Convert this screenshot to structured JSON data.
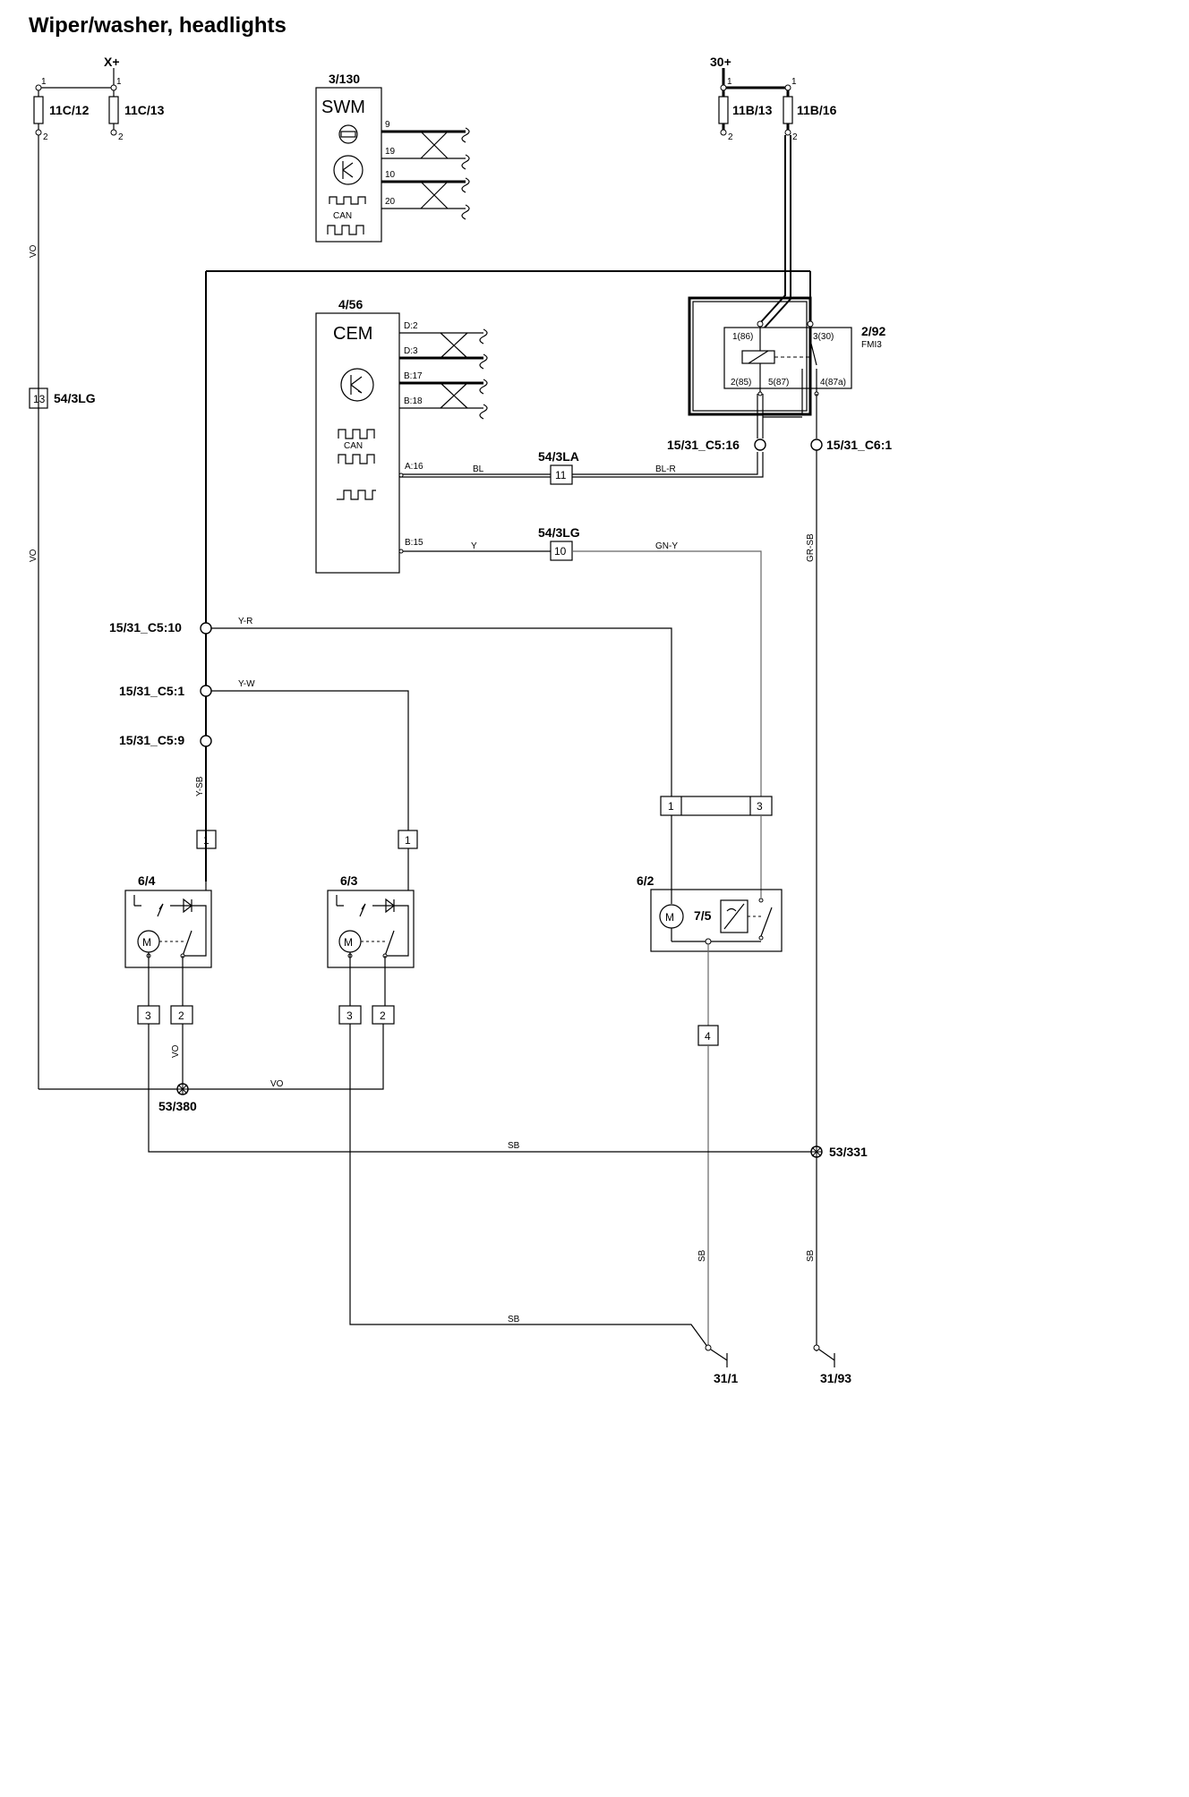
{
  "title": "Wiper/washer, headlights",
  "supplies": {
    "x_plus": "X+",
    "thirty_plus": "30+"
  },
  "fuses": {
    "f11c12": "11C/12",
    "f11c13": "11C/13",
    "f11b13": "11B/13",
    "f11b16": "11B/16",
    "pin1": "1",
    "pin2": "2"
  },
  "swm": {
    "ref": "3/130",
    "name": "SWM",
    "pins": [
      "9",
      "19",
      "10",
      "20"
    ],
    "can": "CAN"
  },
  "cem": {
    "ref": "4/56",
    "name": "CEM",
    "pins": [
      "D:2",
      "D:3",
      "B:17",
      "B:18"
    ],
    "can": "CAN",
    "pin_a16": "A:16",
    "pin_b15": "B:15"
  },
  "relay": {
    "ref": "2/92",
    "sub": "FMI3",
    "pins": {
      "p1": "1(86)",
      "p3": "3(30)",
      "p2": "2(85)",
      "p5": "5(87)",
      "p4": "4(87a)"
    }
  },
  "connectors": {
    "c5_16": "15/31_C5:16",
    "c6_1": "15/31_C6:1",
    "c5_10": "15/31_C5:10",
    "c5_1": "15/31_C5:1",
    "c5_9": "15/31_C5:9"
  },
  "splices": {
    "s54_3lg_a": "54/3LG",
    "s54_3la": "54/3LA",
    "s54_3lg_b": "54/3LG",
    "n13": "13",
    "n11": "11",
    "n10": "10"
  },
  "wires": {
    "vo": "VO",
    "bl": "BL",
    "bl_r": "BL-R",
    "y": "Y",
    "gn_y": "GN-Y",
    "gr_sb": "GR-SB",
    "y_r": "Y-R",
    "y_w": "Y-W",
    "y_sb": "Y-SB",
    "sb": "SB"
  },
  "motors": {
    "m64": "6/4",
    "m63": "6/3",
    "m62": "6/2",
    "sw75": "7/5",
    "motor_symbol": "M",
    "pin1": "1",
    "pin2": "2",
    "pin3": "3",
    "pin4": "4"
  },
  "grounds": {
    "g53_380": "53/380",
    "g53_331": "53/331",
    "g31_1": "31/1",
    "g31_93": "31/93"
  }
}
